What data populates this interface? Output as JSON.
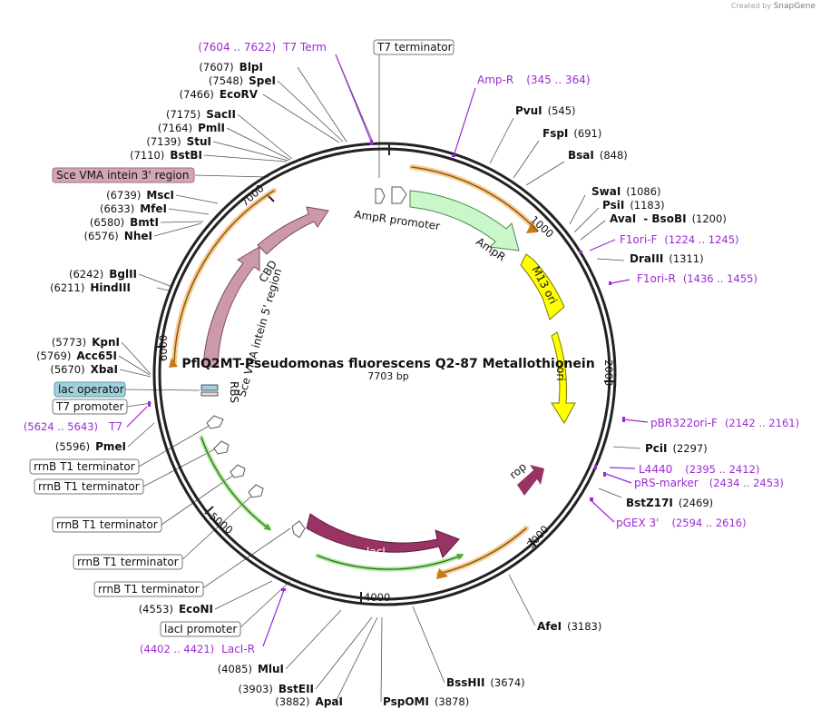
{
  "app": {
    "credit_prefix": "Created by",
    "credit_brand": "SnapGene"
  },
  "plasmid": {
    "name": "PflQ2MT-Pseudomonas fluorescens Q2-87 Metallothionein",
    "length_label": "7703 bp",
    "length": 7703
  },
  "ticks": [
    "1000",
    "2000",
    "3000",
    "4000",
    "5000",
    "6000",
    "7000"
  ],
  "enzymes": [
    {
      "name": "BlpI",
      "pos": "(7607)"
    },
    {
      "name": "SpeI",
      "pos": "(7548)"
    },
    {
      "name": "EcoRV",
      "pos": "(7466)"
    },
    {
      "name": "SacII",
      "pos": "(7175)"
    },
    {
      "name": "PmlI",
      "pos": "(7164)"
    },
    {
      "name": "StuI",
      "pos": "(7139)"
    },
    {
      "name": "BstBI",
      "pos": "(7110)"
    },
    {
      "name": "MscI",
      "pos": "(6739)"
    },
    {
      "name": "MfeI",
      "pos": "(6633)"
    },
    {
      "name": "BmtI",
      "pos": "(6580)"
    },
    {
      "name": "NheI",
      "pos": "(6576)"
    },
    {
      "name": "BglII",
      "pos": "(6242)"
    },
    {
      "name": "HindIII",
      "pos": "(6211)"
    },
    {
      "name": "KpnI",
      "pos": "(5773)"
    },
    {
      "name": "Acc65I",
      "pos": "(5769)"
    },
    {
      "name": "XbaI",
      "pos": "(5670)"
    },
    {
      "name": "PmeI",
      "pos": "(5596)"
    },
    {
      "name": "EcoNI",
      "pos": "(4553)"
    },
    {
      "name": "MluI",
      "pos": "(4085)"
    },
    {
      "name": "BstEII",
      "pos": "(3903)"
    },
    {
      "name": "ApaI",
      "pos": "(3882)"
    },
    {
      "name": "PspOMI",
      "pos": "(3878)"
    },
    {
      "name": "BssHII",
      "pos": "(3674)"
    },
    {
      "name": "AfeI",
      "pos": "(3183)"
    },
    {
      "name": "PvuI",
      "pos": "(545)"
    },
    {
      "name": "FspI",
      "pos": "(691)"
    },
    {
      "name": "BsaI",
      "pos": "(848)"
    },
    {
      "name": "SwaI",
      "pos": "(1086)"
    },
    {
      "name": "PsiI",
      "pos": "(1183)"
    },
    {
      "name": "AvaI",
      "pos": "- BsoBI",
      "extra": "(1200)"
    },
    {
      "name": "DraIII",
      "pos": "(1311)"
    },
    {
      "name": "PciI",
      "pos": "(2297)"
    },
    {
      "name": "BstZ17I",
      "pos": "(2469)"
    }
  ],
  "primers": [
    {
      "name": "T7 Term",
      "range": "(7604 .. 7622)"
    },
    {
      "name": "Amp-R",
      "range": "(345 .. 364)"
    },
    {
      "name": "F1ori-F",
      "range": "(1224 .. 1245)"
    },
    {
      "name": "F1ori-R",
      "range": "(1436 .. 1455)"
    },
    {
      "name": "pBR322ori-F",
      "range": "(2142 .. 2161)"
    },
    {
      "name": "L4440",
      "range": "(2395 .. 2412)"
    },
    {
      "name": "pRS-marker",
      "range": "(2434 .. 2453)"
    },
    {
      "name": "pGEX 3'",
      "range": "(2594 .. 2616)"
    },
    {
      "name": "LacI-R",
      "range": "(4402 .. 4421)"
    },
    {
      "name": "T7",
      "range": "(5624 .. 5643)"
    }
  ],
  "boxed_features": [
    {
      "name": "T7 terminator",
      "fill": "#ffffff"
    },
    {
      "name": "Sce VMA intein 3' region",
      "fill": "#d4a5b8"
    },
    {
      "name": "lac operator",
      "fill": "#9fd0dc"
    },
    {
      "name": "T7 promoter",
      "fill": "#ffffff"
    },
    {
      "name": "rrnB T1 terminator",
      "fill": "#ffffff"
    },
    {
      "name": "rrnB T1 terminator",
      "fill": "#ffffff"
    },
    {
      "name": "rrnB T1 terminator",
      "fill": "#ffffff"
    },
    {
      "name": "rrnB T1 terminator",
      "fill": "#ffffff"
    },
    {
      "name": "rrnB T1 terminator",
      "fill": "#ffffff"
    },
    {
      "name": "lacI promoter",
      "fill": "#ffffff"
    }
  ],
  "inner_features": {
    "amp_promoter": "AmpR promoter",
    "ampr": "AmpR",
    "m13_ori": "M13 ori",
    "ori": "ori",
    "rop": "rop",
    "laci": "lacI",
    "cbd": "CBD",
    "sce5": "Sce VMA intein 5' region",
    "rbs": "RBS"
  },
  "colors": {
    "primer": "#9a2bd6",
    "orange_arc": "#f2a33a",
    "green_arc": "#4caf2a",
    "ampr": "#c9f7c9",
    "ori_yellow": "#ffff00",
    "laci": "#993366",
    "intein": "#cc99aa",
    "lac_operator": "#9fd0dc"
  }
}
